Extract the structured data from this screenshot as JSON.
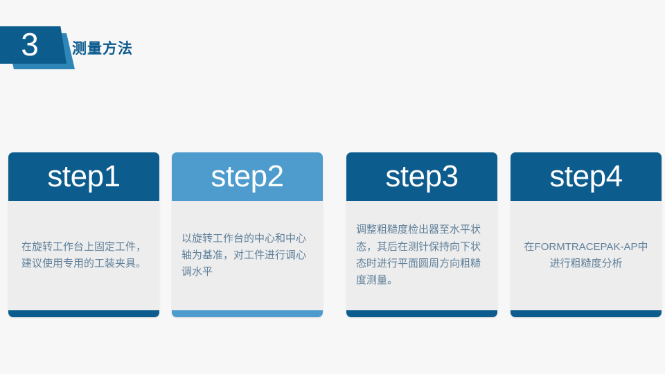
{
  "header": {
    "badge_number": "3",
    "title": "测量方法",
    "badge_front_color": "#0d5c8e",
    "badge_shadow_color": "#2e85b8",
    "title_color": "#0b5a8d"
  },
  "page": {
    "background_color": "#f7f7f7",
    "card_body_color": "#ededed",
    "body_text_color": "#5f7f99"
  },
  "cards": [
    {
      "step_label": "step1",
      "body_text": "在旋转工作台上固定工件，建议使用专用的工装夹具。",
      "accent_color": "#0d5c8e",
      "align": "center"
    },
    {
      "step_label": "step2",
      "body_text": "以旋转工作台的中心和中心轴为基准，对工件进行调心调水平",
      "accent_color": "#4d9ccd",
      "align": "left"
    },
    {
      "step_label": "step3",
      "body_text": "调整粗糙度检出器至水平状态，其后在测针保持向下状态时进行平面圆周方向粗糙度测量。",
      "accent_color": "#0d5c8e",
      "align": "left"
    },
    {
      "step_label": "step4",
      "body_text": "在FORMTRACEPAK-AP中进行粗糙度分析",
      "accent_color": "#0d5c8e",
      "align": "center"
    }
  ]
}
